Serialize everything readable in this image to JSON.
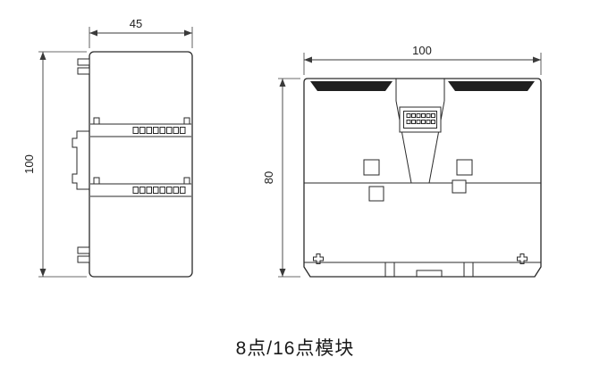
{
  "caption": "8点/16点模块",
  "side_view": {
    "width_dim": "45",
    "height_dim": "100"
  },
  "rear_view": {
    "width_dim": "100",
    "height_dim": "80"
  },
  "colors": {
    "line": "#2a2a2a",
    "dimension": "#3a3a3a",
    "background": "#ffffff",
    "dark_fill": "#1f1f1f"
  }
}
